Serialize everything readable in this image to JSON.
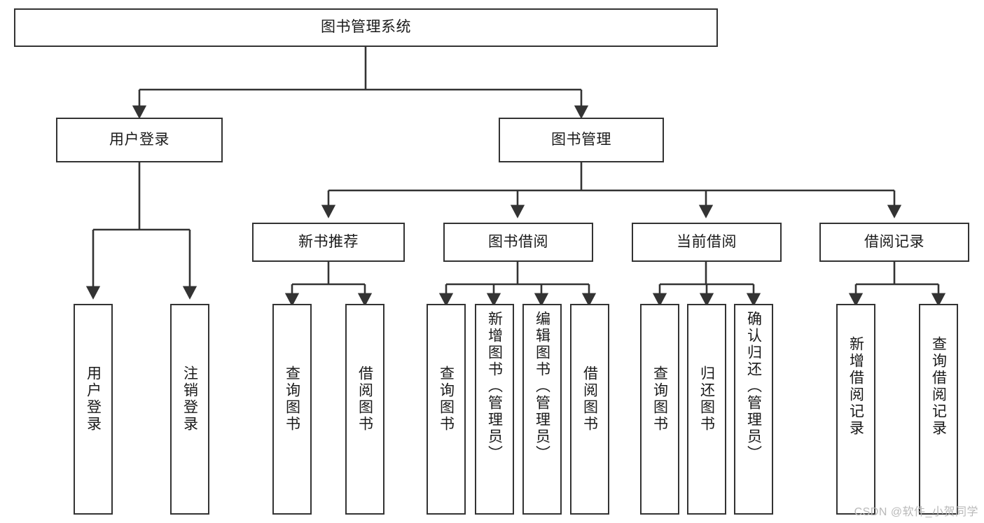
{
  "diagram": {
    "title": "图书管理系统",
    "type": "tree-structure-chart",
    "watermark": "CSDN @软件_小贺同学",
    "colors": {
      "box_border": "#333333",
      "box_fill": "#ffffff",
      "connector": "#333333",
      "text": "#1a1a1a",
      "watermark": "#b9b9b9",
      "background": "#ffffff"
    },
    "nodes": {
      "root": {
        "label": "图书管理系统",
        "level": 0,
        "orientation": "horizontal"
      },
      "user_login": {
        "label": "用户登录",
        "level": 1,
        "orientation": "horizontal"
      },
      "book_manage": {
        "label": "图书管理",
        "level": 1,
        "orientation": "horizontal"
      },
      "new_book_rec": {
        "label": "新书推荐",
        "level": 2,
        "orientation": "horizontal"
      },
      "book_borrow": {
        "label": "图书借阅",
        "level": 2,
        "orientation": "horizontal"
      },
      "current_borrow": {
        "label": "当前借阅",
        "level": 2,
        "orientation": "horizontal"
      },
      "borrow_record": {
        "label": "借阅记录",
        "level": 2,
        "orientation": "horizontal"
      },
      "leaf_user_login": {
        "label": "用户登录",
        "level": 2,
        "orientation": "vertical"
      },
      "leaf_logout": {
        "label": "注销登录",
        "level": 2,
        "orientation": "vertical"
      },
      "leaf_query_book_1": {
        "label": "查询图书",
        "level": 3,
        "orientation": "vertical"
      },
      "leaf_borrow_book_1": {
        "label": "借阅图书",
        "level": 3,
        "orientation": "vertical"
      },
      "leaf_query_book_2": {
        "label": "查询图书",
        "level": 3,
        "orientation": "vertical"
      },
      "leaf_add_book": {
        "label": "新增图书（管理员）",
        "level": 3,
        "orientation": "vertical"
      },
      "leaf_edit_book": {
        "label": "编辑图书（管理员）",
        "level": 3,
        "orientation": "vertical"
      },
      "leaf_borrow_book_2": {
        "label": "借阅图书",
        "level": 3,
        "orientation": "vertical"
      },
      "leaf_query_book_3": {
        "label": "查询图书",
        "level": 3,
        "orientation": "vertical"
      },
      "leaf_return_book": {
        "label": "归还图书",
        "level": 3,
        "orientation": "vertical"
      },
      "leaf_confirm_return": {
        "label": "确认归还（管理员）",
        "level": 3,
        "orientation": "vertical"
      },
      "leaf_add_record": {
        "label": "新增借阅记录",
        "level": 3,
        "orientation": "vertical"
      },
      "leaf_query_record": {
        "label": "查询借阅记录",
        "level": 3,
        "orientation": "vertical"
      }
    },
    "edges": [
      {
        "from": "root",
        "to": "user_login"
      },
      {
        "from": "root",
        "to": "book_manage"
      },
      {
        "from": "user_login",
        "to": "leaf_user_login"
      },
      {
        "from": "user_login",
        "to": "leaf_logout"
      },
      {
        "from": "book_manage",
        "to": "new_book_rec"
      },
      {
        "from": "book_manage",
        "to": "book_borrow"
      },
      {
        "from": "book_manage",
        "to": "current_borrow"
      },
      {
        "from": "book_manage",
        "to": "borrow_record"
      },
      {
        "from": "new_book_rec",
        "to": "leaf_query_book_1"
      },
      {
        "from": "new_book_rec",
        "to": "leaf_borrow_book_1"
      },
      {
        "from": "book_borrow",
        "to": "leaf_query_book_2"
      },
      {
        "from": "book_borrow",
        "to": "leaf_add_book"
      },
      {
        "from": "book_borrow",
        "to": "leaf_edit_book"
      },
      {
        "from": "book_borrow",
        "to": "leaf_borrow_book_2"
      },
      {
        "from": "current_borrow",
        "to": "leaf_query_book_3"
      },
      {
        "from": "current_borrow",
        "to": "leaf_return_book"
      },
      {
        "from": "current_borrow",
        "to": "leaf_confirm_return"
      },
      {
        "from": "borrow_record",
        "to": "leaf_add_record"
      },
      {
        "from": "borrow_record",
        "to": "leaf_query_record"
      }
    ]
  }
}
